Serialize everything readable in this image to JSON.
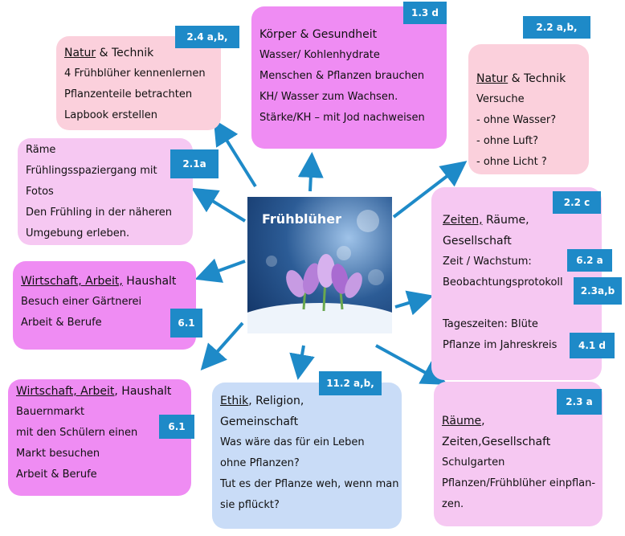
{
  "center": {
    "title": "Frühblüher"
  },
  "boxes": {
    "natur_top": {
      "tag": "2.4 a,b,",
      "title_u": "Natur",
      "title_rest": " & Technik",
      "lines": [
        "4 Frühblüher kennenlernen",
        "Pflanzenteile betrachten",
        "Lapbook erstellen"
      ]
    },
    "koerper": {
      "tag": "1.3 d",
      "title": "Körper & Gesundheit",
      "lines": [
        "Wasser/ Kohlenhydrate",
        "Menschen & Pflanzen brauchen",
        "KH/ Wasser zum Wachsen.",
        "Stärke/KH – mit Jod nachweisen"
      ]
    },
    "natur_right": {
      "tag": "2.2 a,b,",
      "title_u": "Natur",
      "title_rest": " & Technik",
      "lines": [
        "Versuche",
        "- ohne Wasser?",
        "- ohne Luft?",
        "- ohne Licht ?"
      ]
    },
    "raeume_left": {
      "tag": "2.1a",
      "lines": [
        "Räme",
        "Frühlingsspaziergang mit",
        "Fotos",
        "Den Frühling in der näheren",
        "Umgebung erleben."
      ]
    },
    "zeiten": {
      "tag1": "2.2 c",
      "tag2": "6.2 a",
      "tag3": "2.3a,b",
      "tag4": "4.1 d",
      "title_u": "Zeiten,",
      "title_rest": " Räume,",
      "title2": "Gesellschaft",
      "lines": [
        "Zeit / Wachstum:",
        "Beobachtungsprotokoll"
      ],
      "lines2": [
        "Tageszeiten: Blüte",
        "Pflanze im Jahreskreis"
      ]
    },
    "wirtschaft1": {
      "tag": "6.1",
      "title_u": "Wirtschaft, Arbeit,",
      "title_rest": " Haushalt",
      "lines": [
        "Besuch einer Gärtnerei",
        "Arbeit & Berufe"
      ]
    },
    "wirtschaft2": {
      "tag": "6.1",
      "title_u": "Wirtschaft, Arbeit",
      "title_rest": ", Haushalt",
      "lines": [
        "Bauernmarkt",
        "mit den Schülern einen",
        "Markt besuchen",
        "Arbeit & Berufe"
      ]
    },
    "ethik": {
      "tag": "11.2 a,b,",
      "title_u": "Ethik",
      "title_rest": ", Religion,",
      "title2": "Gemeinschaft",
      "lines": [
        "Was wäre das für ein Leben",
        " ohne Pflanzen?",
        "Tut es der Pflanze weh, wenn man",
        "sie pflückt?"
      ]
    },
    "raeume_right": {
      "tag": "2.3 a",
      "title_u": "Räume",
      "title_rest": ",",
      "title2": "Zeiten,Gesellschaft",
      "lines": [
        "Schulgarten",
        "Pflanzen/Frühblüher einpflan-",
        "zen."
      ]
    }
  },
  "colors": {
    "arrow": "#1e8ac8",
    "tag": "#1e8ac8"
  }
}
